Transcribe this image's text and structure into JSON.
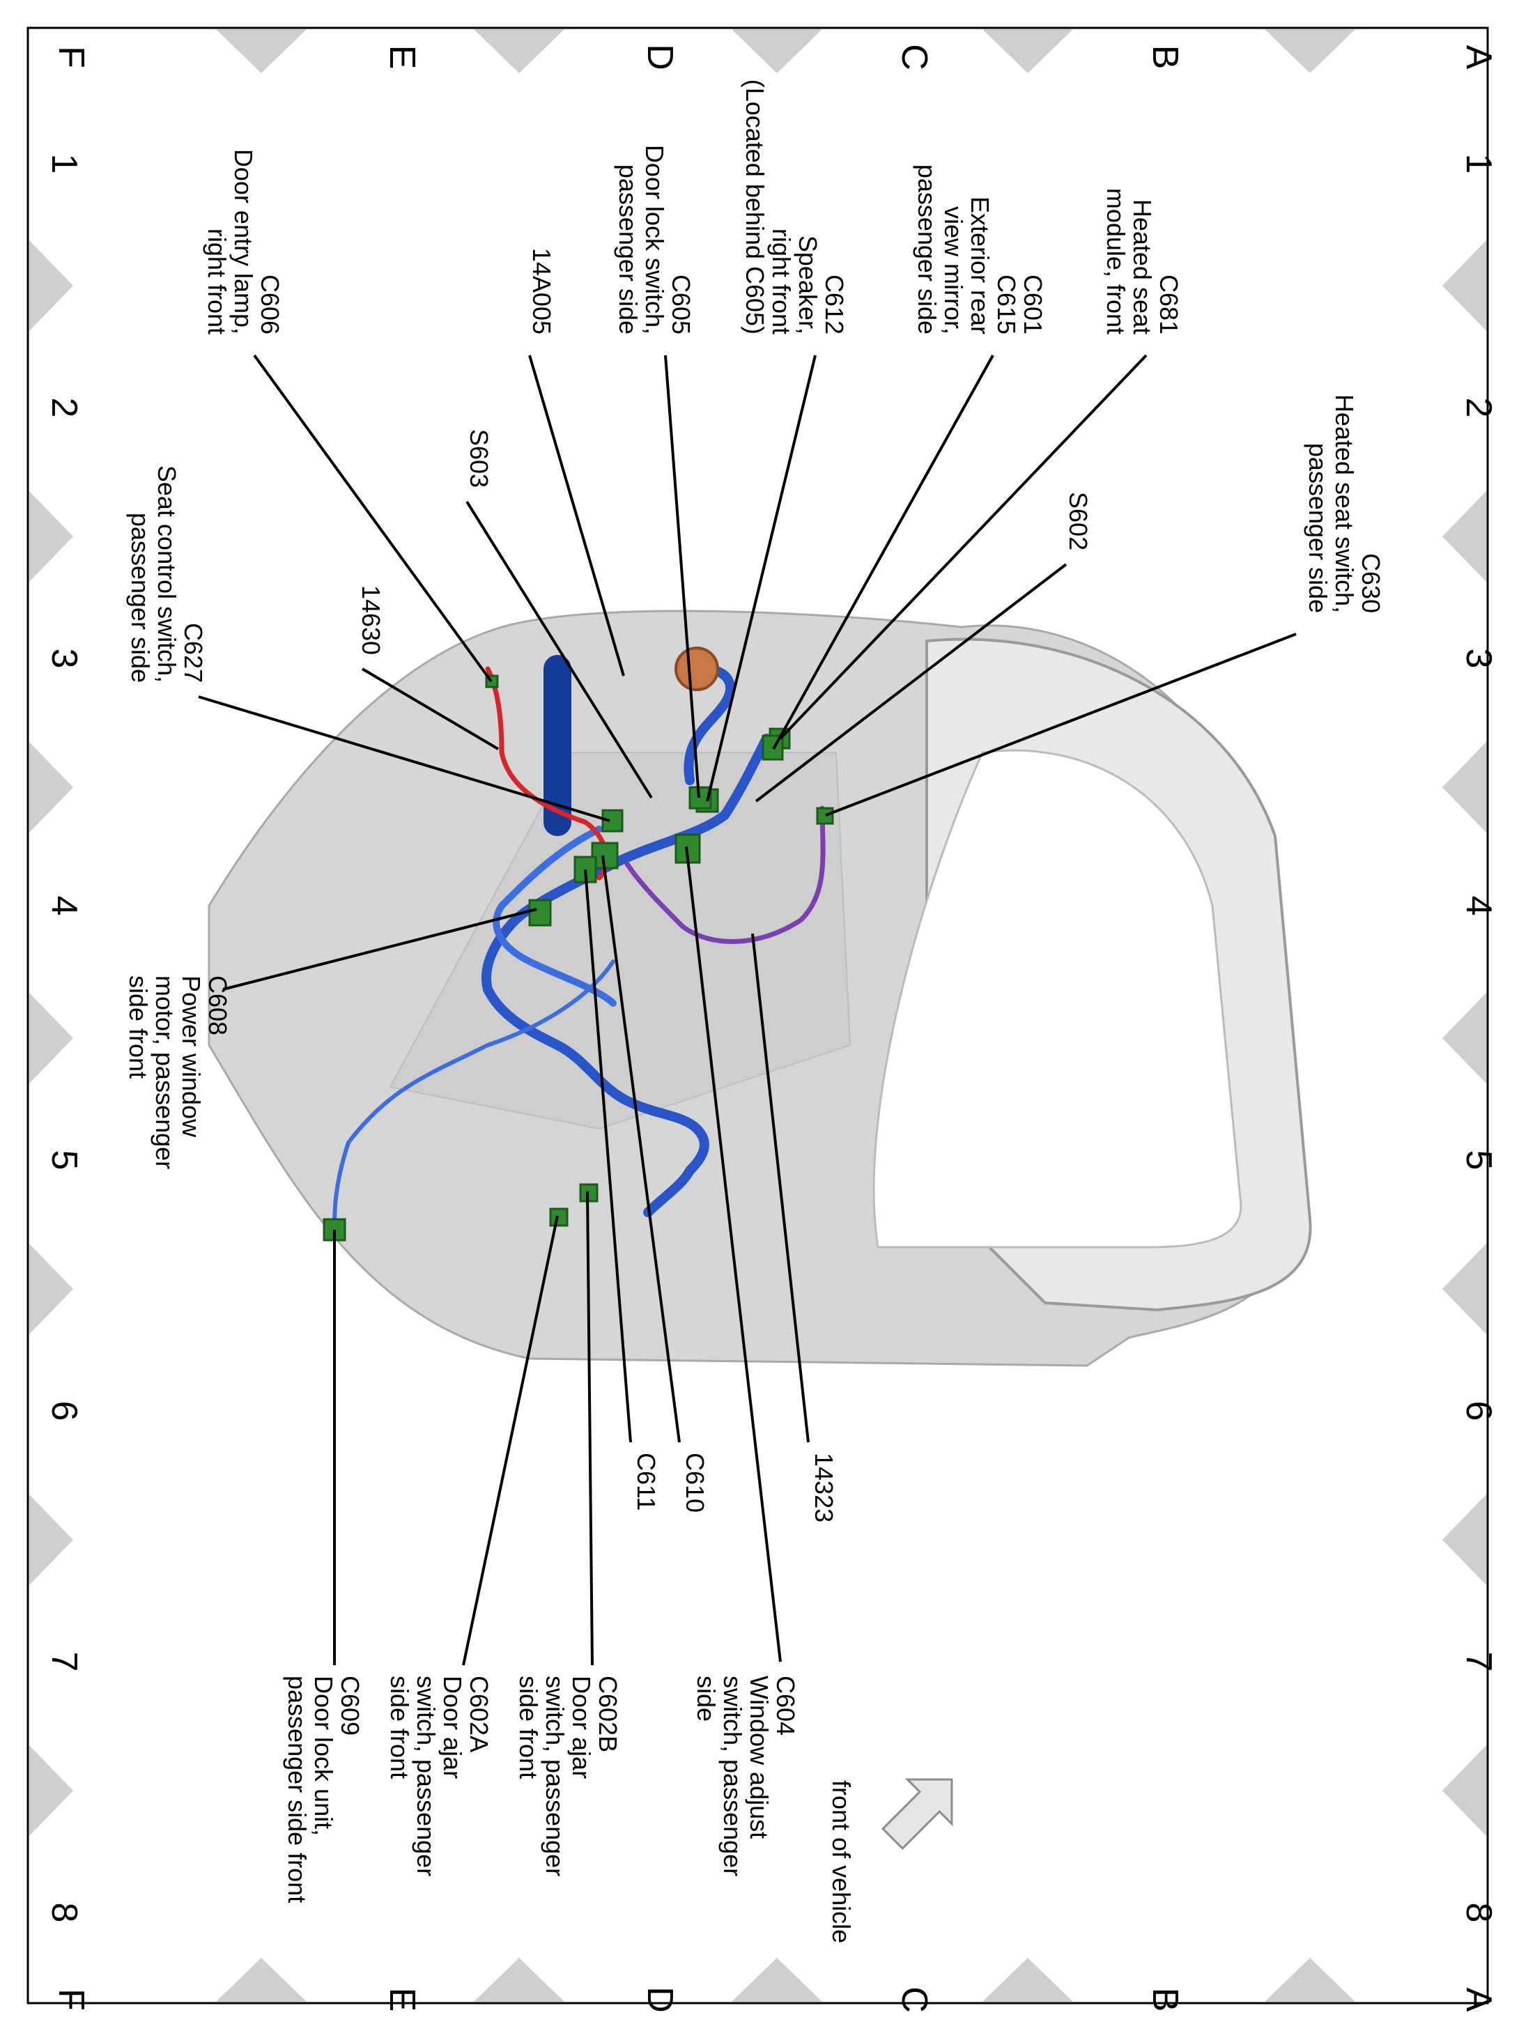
{
  "diagram": {
    "columns": [
      "1",
      "2",
      "3",
      "4",
      "5",
      "6",
      "7",
      "8"
    ],
    "rows": [
      "A",
      "B",
      "C",
      "D",
      "E",
      "F"
    ],
    "colors": {
      "frame": "#000000",
      "triangle": "#cfcfcf",
      "door_panel": "#d6d6d6",
      "harness_blue": "#2a55c8",
      "harness_dark_blue": "#163a9a",
      "harness_red": "#d8242a",
      "harness_purple": "#7b3fb0",
      "connector_green": "#2f8a2f",
      "speaker_orange": "#c87845"
    },
    "front_arrow_label": "front of vehicle",
    "callouts": [
      {
        "id": "C630",
        "lines": [
          "C630",
          "Heated seat switch,",
          "passenger side"
        ]
      },
      {
        "id": "C681",
        "lines": [
          "C681",
          "Heated seat",
          "module, front"
        ]
      },
      {
        "id": "C601",
        "lines": [
          "C601",
          "C615",
          "Exterior rear",
          "view mirror,",
          "passenger side"
        ]
      },
      {
        "id": "C612",
        "lines": [
          "C612",
          "Speaker,",
          "right front",
          "(Located behind C605)"
        ]
      },
      {
        "id": "C605",
        "lines": [
          "C605",
          "Door lock switch,",
          "passenger side"
        ]
      },
      {
        "id": "14A005",
        "lines": [
          "14A005"
        ]
      },
      {
        "id": "S603",
        "lines": [
          "S603"
        ]
      },
      {
        "id": "C606",
        "lines": [
          "C606",
          "Door entry lamp,",
          "right front"
        ]
      },
      {
        "id": "S602",
        "lines": [
          "S602"
        ]
      },
      {
        "id": "14630",
        "lines": [
          "14630"
        ]
      },
      {
        "id": "C627",
        "lines": [
          "C627",
          "Seat control switch,",
          "passenger side"
        ]
      },
      {
        "id": "C608",
        "lines": [
          "C608",
          "Power window",
          "motor, passenger",
          "side front"
        ]
      },
      {
        "id": "14323",
        "lines": [
          "14323"
        ]
      },
      {
        "id": "C610",
        "lines": [
          "C610"
        ]
      },
      {
        "id": "C611",
        "lines": [
          "C611"
        ]
      },
      {
        "id": "C604",
        "lines": [
          "C604",
          "Window adjust",
          "switch, passenger",
          "side"
        ]
      },
      {
        "id": "C602B",
        "lines": [
          "C602B",
          "Door ajar",
          "switch, passenger",
          "side front"
        ]
      },
      {
        "id": "C602A",
        "lines": [
          "C602A",
          "Door ajar",
          "switch, passenger",
          "side front"
        ]
      },
      {
        "id": "C609",
        "lines": [
          "C609",
          "Door lock unit,",
          "passenger side front"
        ]
      }
    ]
  }
}
